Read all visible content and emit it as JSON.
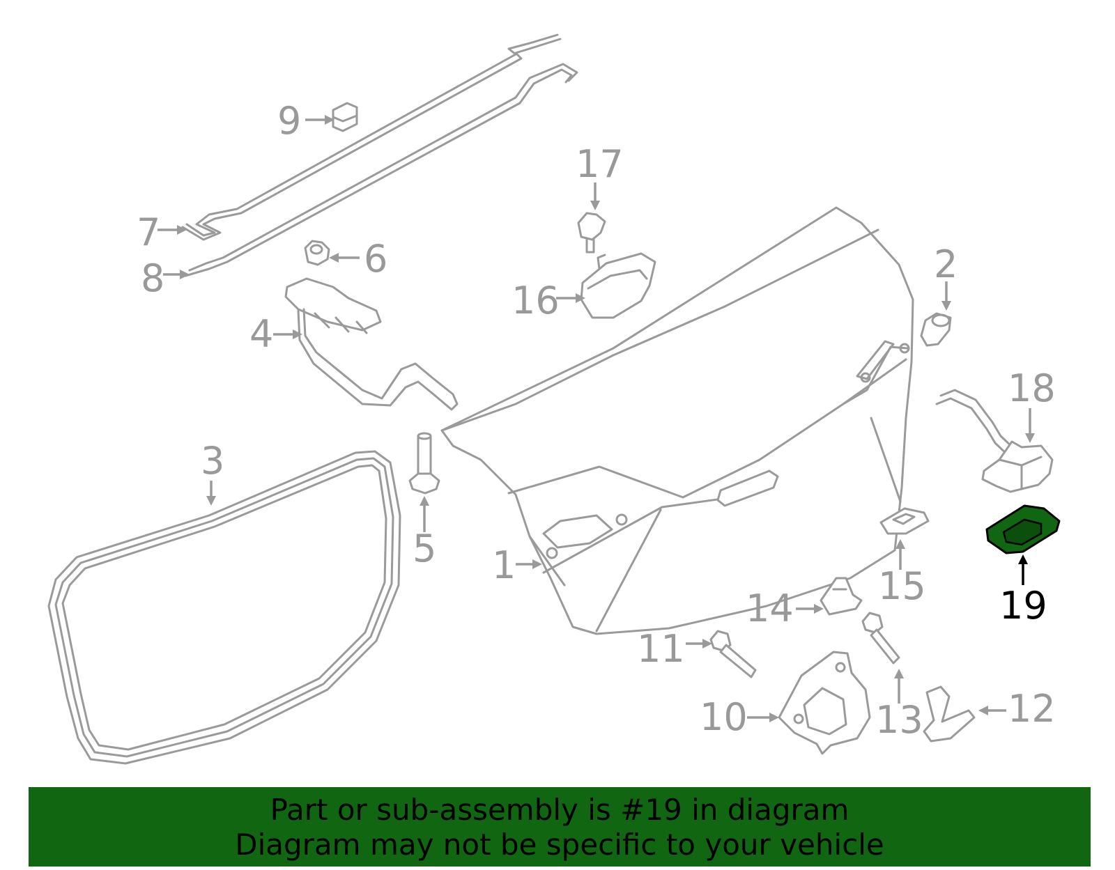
{
  "diagram": {
    "callouts": [
      {
        "id": "1",
        "label": "1"
      },
      {
        "id": "2",
        "label": "2"
      },
      {
        "id": "3",
        "label": "3"
      },
      {
        "id": "4",
        "label": "4"
      },
      {
        "id": "5",
        "label": "5"
      },
      {
        "id": "6",
        "label": "6"
      },
      {
        "id": "7",
        "label": "7"
      },
      {
        "id": "8",
        "label": "8"
      },
      {
        "id": "9",
        "label": "9"
      },
      {
        "id": "10",
        "label": "10"
      },
      {
        "id": "11",
        "label": "11"
      },
      {
        "id": "12",
        "label": "12"
      },
      {
        "id": "13",
        "label": "13"
      },
      {
        "id": "14",
        "label": "14"
      },
      {
        "id": "15",
        "label": "15"
      },
      {
        "id": "16",
        "label": "16"
      },
      {
        "id": "17",
        "label": "17"
      },
      {
        "id": "18",
        "label": "18"
      },
      {
        "id": "19",
        "label": "19"
      }
    ],
    "highlighted_part": "19",
    "colors": {
      "line_gray": "#9a9a9a",
      "label_gray": "#999999",
      "highlight_fill": "#116611",
      "highlight_text": "#000000"
    }
  },
  "banner": {
    "line1": "Part or sub-assembly is #19 in diagram",
    "line2": "Diagram may not be specific to your vehicle"
  }
}
